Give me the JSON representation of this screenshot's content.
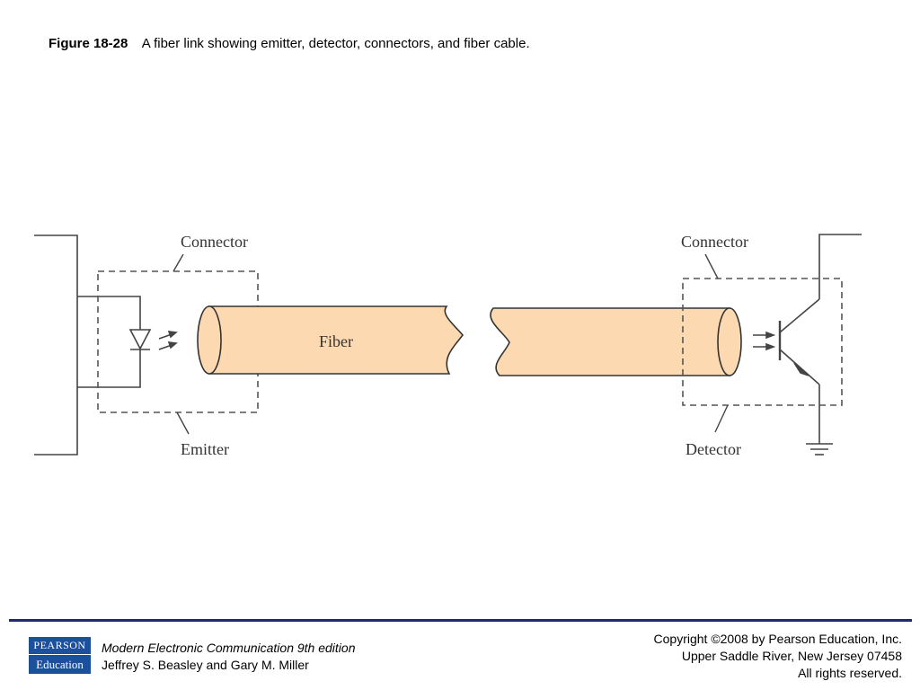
{
  "caption": {
    "figure_label": "Figure 18-28",
    "text": "A fiber link showing emitter, detector, connectors, and fiber cable."
  },
  "diagram": {
    "labels": {
      "connector_left": "Connector",
      "connector_right": "Connector",
      "fiber": "Fiber",
      "emitter": "Emitter",
      "detector": "Detector"
    },
    "colors": {
      "fiber_fill": "#fcd9b0",
      "line": "#444444",
      "dash": "#555555"
    }
  },
  "footer": {
    "logo": {
      "top": "PEARSON",
      "bottom": "Education",
      "color": "#1c4f9c"
    },
    "book_title": "Modern Electronic Communication 9th edition",
    "authors": "Jeffrey S. Beasley and Gary M. Miller",
    "copyright_lines": [
      "Copyright ©2008 by Pearson Education, Inc.",
      "Upper Saddle River, New Jersey 07458",
      "All rights reserved."
    ],
    "rule_color": "#1f2a6b"
  }
}
